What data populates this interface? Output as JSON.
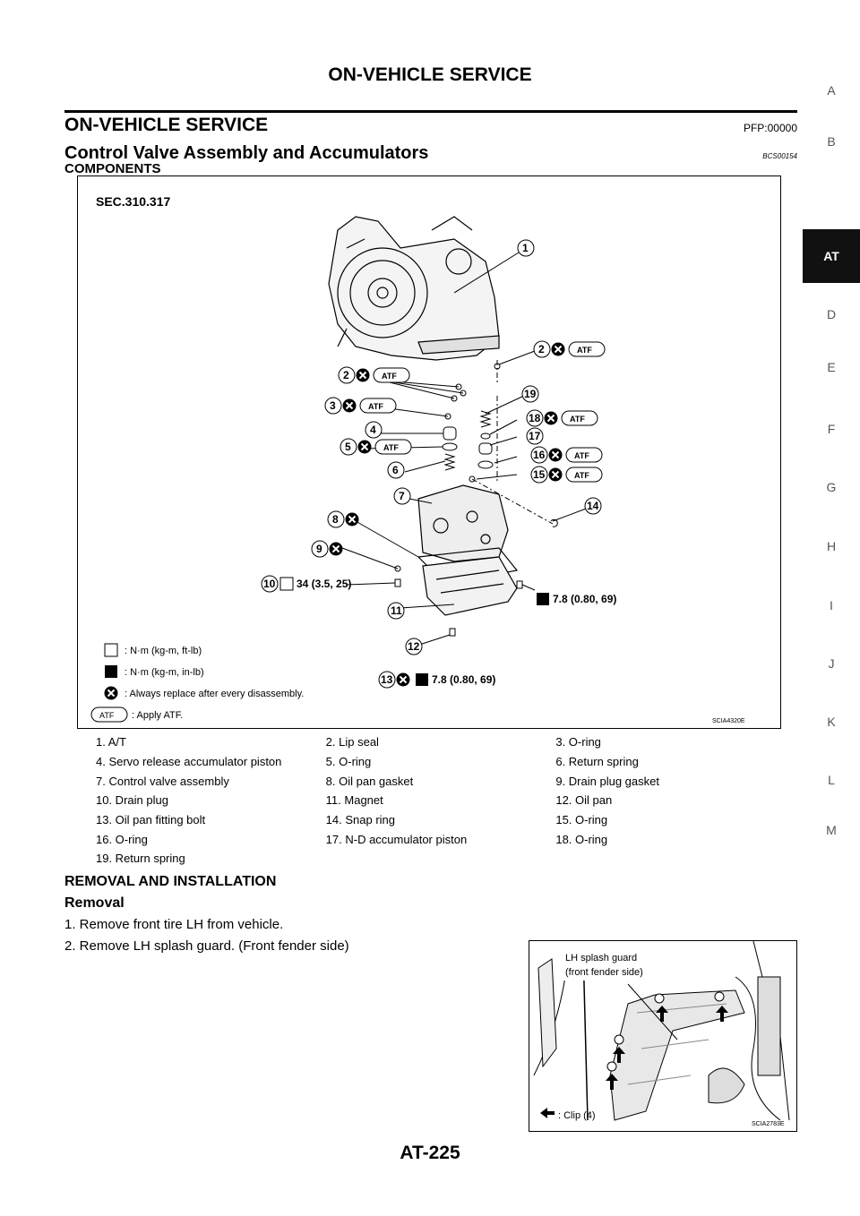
{
  "header": {
    "running_title": "ON-VEHICLE SERVICE"
  },
  "section": {
    "title": "ON-VEHICLE SERVICE",
    "code": "PFP:00000"
  },
  "subsection": {
    "title": "Control Valve Assembly and Accumulators",
    "code": "BCS00154"
  },
  "components_heading": "COMPONENTS",
  "side_index": [
    "A",
    "B",
    "AT",
    "D",
    "E",
    "F",
    "G",
    "H",
    "I",
    "J",
    "K",
    "L",
    "M"
  ],
  "figure1": {
    "sec_label": "SEC.310.317",
    "torque_10": "34 (3.5, 25)",
    "torque_oilpan": "7.8 (0.80, 69)",
    "torque_13": "7.8 (0.80, 69)",
    "atf": "ATF",
    "legend_nm_ftlb": ": N·m (kg-m, ft-lb)",
    "legend_nm_inlb": ": N·m (kg-m, in-lb)",
    "legend_replace": ": Always replace after every disassembly.",
    "legend_atf": ": Apply ATF.",
    "code": "SCIA4320E"
  },
  "parts": [
    "1. A/T",
    "2. Lip seal",
    "3. O-ring",
    "4. Servo release accumulator piston",
    "5. O-ring",
    "6. Return spring",
    "7. Control valve assembly",
    "8. Oil pan gasket",
    "9. Drain plug gasket",
    "10. Drain plug",
    "11. Magnet",
    "12. Oil pan",
    "13. Oil pan fitting bolt",
    "14. Snap ring",
    "15. O-ring",
    "16. O-ring",
    "17. N-D accumulator piston",
    "18. O-ring",
    "19. Return spring"
  ],
  "removal": {
    "heading1": "REMOVAL AND INSTALLATION",
    "heading2": "Removal",
    "step1": "1.   Remove front tire LH from vehicle.",
    "step2": "2.   Remove LH splash guard. (Front fender side)"
  },
  "figure2": {
    "label_line1": "LH splash guard",
    "label_line2": "(front fender side)",
    "legend": ": Clip (4)",
    "code": "SCIA2783E"
  },
  "page_number": "AT-225"
}
